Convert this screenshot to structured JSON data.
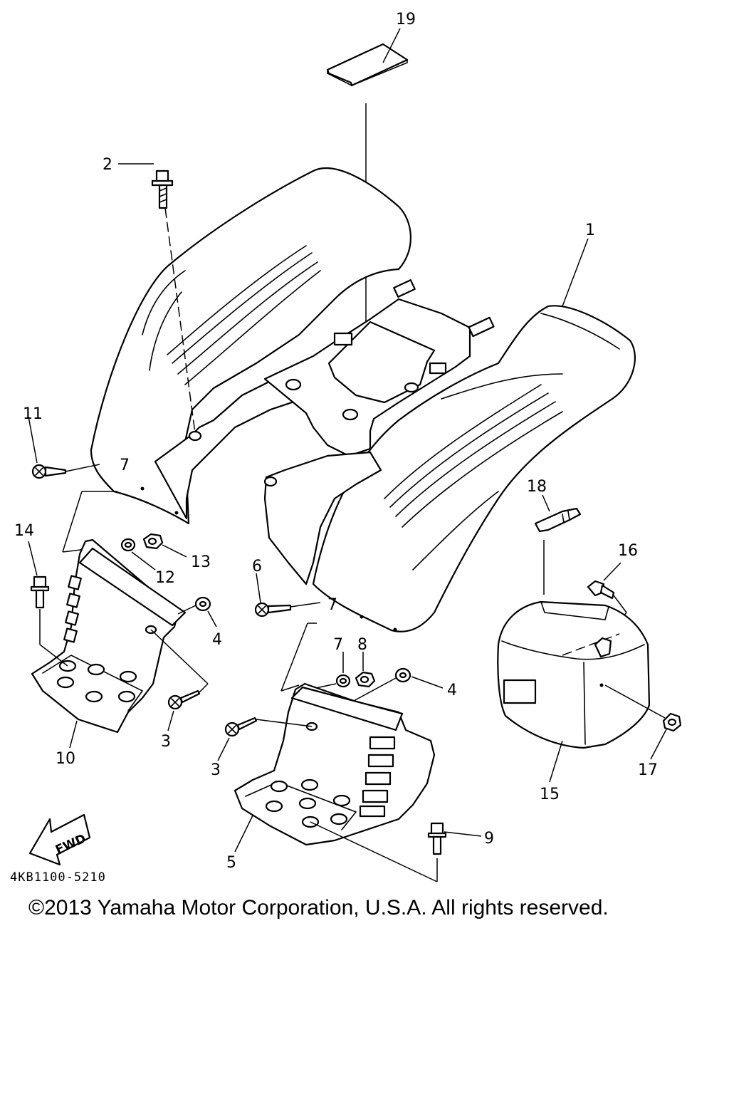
{
  "diagram": {
    "part_numbers": [
      "19",
      "2",
      "1",
      "11",
      "18",
      "14",
      "13",
      "12",
      "16",
      "6",
      "4",
      "7",
      "8",
      "3",
      "10",
      "15",
      "17",
      "9",
      "5"
    ],
    "callout_glyph": "7",
    "fwd_label": "FWD",
    "drawing_code": "4KB1100-5210",
    "copyright": "©2013 Yamaha Motor Corporation, U.S.A. All rights reserved."
  }
}
